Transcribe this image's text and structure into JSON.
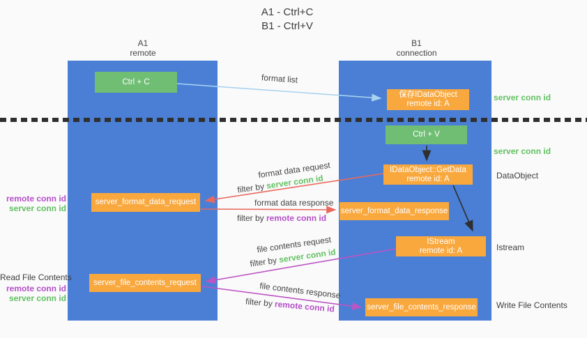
{
  "title": {
    "line1": "A1 - Ctrl+C",
    "line2": "B1 - Ctrl+V"
  },
  "lanes": {
    "left": {
      "name": "A1",
      "subtitle": "remote"
    },
    "right": {
      "name": "B1",
      "subtitle": "connection"
    }
  },
  "nodes": {
    "ctrl_c": {
      "label": "Ctrl + C"
    },
    "ctrl_v": {
      "label": "Ctrl + V"
    },
    "save_dataobject": {
      "line1": "保存IDataObject",
      "line2": "remote id: A"
    },
    "getdata": {
      "line1": "IDataObject::GetData",
      "line2": "remote id: A"
    },
    "istream": {
      "line1": "IStream",
      "line2": "remote id: A"
    },
    "server_format_data_request": {
      "label": "server_format_data_request"
    },
    "server_format_data_response": {
      "label": "server_format_data_response"
    },
    "server_file_contents_request": {
      "label": "server_file_contents_request"
    },
    "server_file_contents_response": {
      "label": "server_file_contents_response"
    }
  },
  "side_labels": {
    "server_conn_id": "server conn id",
    "remote_conn_id": "remote conn id",
    "dataobject": "DataObject",
    "istream": "Istream",
    "read_file_contents": "Read File Contents",
    "write_file_contents": "Write File Contents"
  },
  "arrow_labels": {
    "format_list": "format list",
    "format_data_request": "format data request",
    "format_data_response": "format data response",
    "file_contents_request": "file contents request",
    "file_contents_response": "file contents response",
    "filter_by": "filter by "
  },
  "colors": {
    "lane_blue": "#4a7fd5",
    "box_green": "#6fbe74",
    "box_orange": "#f9a83e",
    "text_green": "#62c062",
    "text_purple": "#b44fc8",
    "arrow_red": "#e9695e",
    "arrow_magenta": "#bd54c4",
    "arrow_lightblue": "#a9d2ef",
    "arrow_black": "#2f2f2f"
  }
}
